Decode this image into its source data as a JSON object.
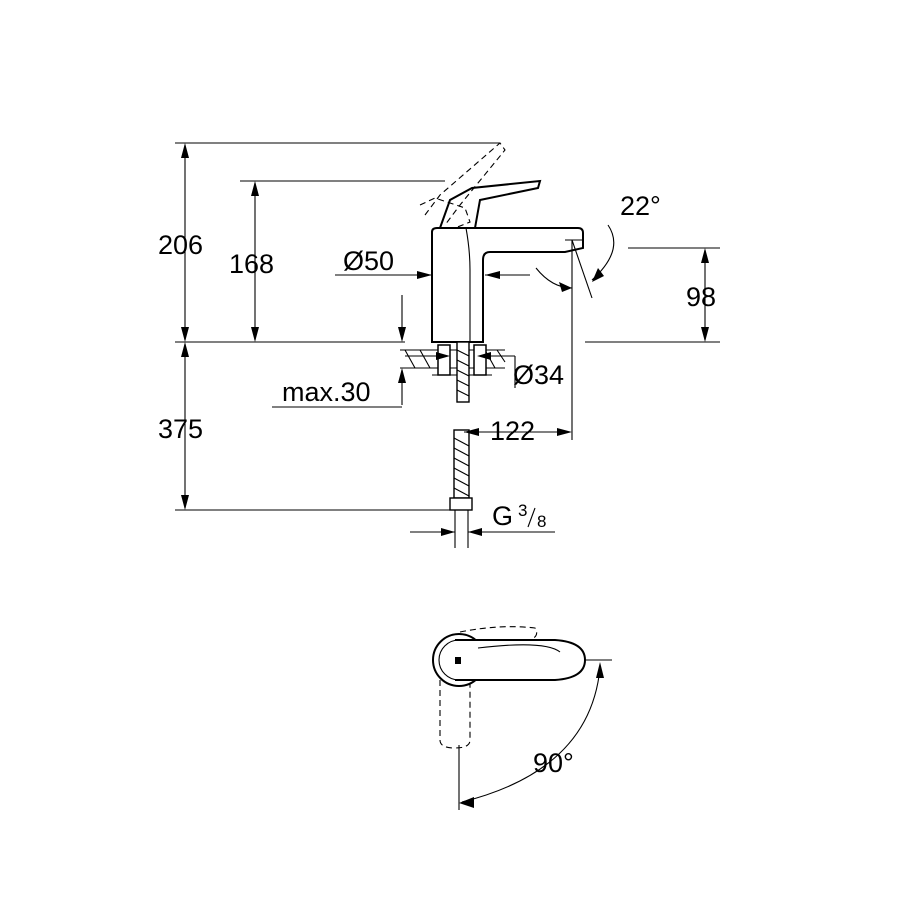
{
  "dimensions": {
    "height_total": "206",
    "height_lever": "168",
    "diameter_body": "Ø50",
    "spout_angle": "22°",
    "spout_height": "98",
    "diameter_base": "Ø34",
    "max_thickness": "max.30",
    "hose_length": "375",
    "projection": "122",
    "thread_main": "G",
    "thread_num": "3",
    "thread_den": "8",
    "rotation_angle": "90°"
  }
}
